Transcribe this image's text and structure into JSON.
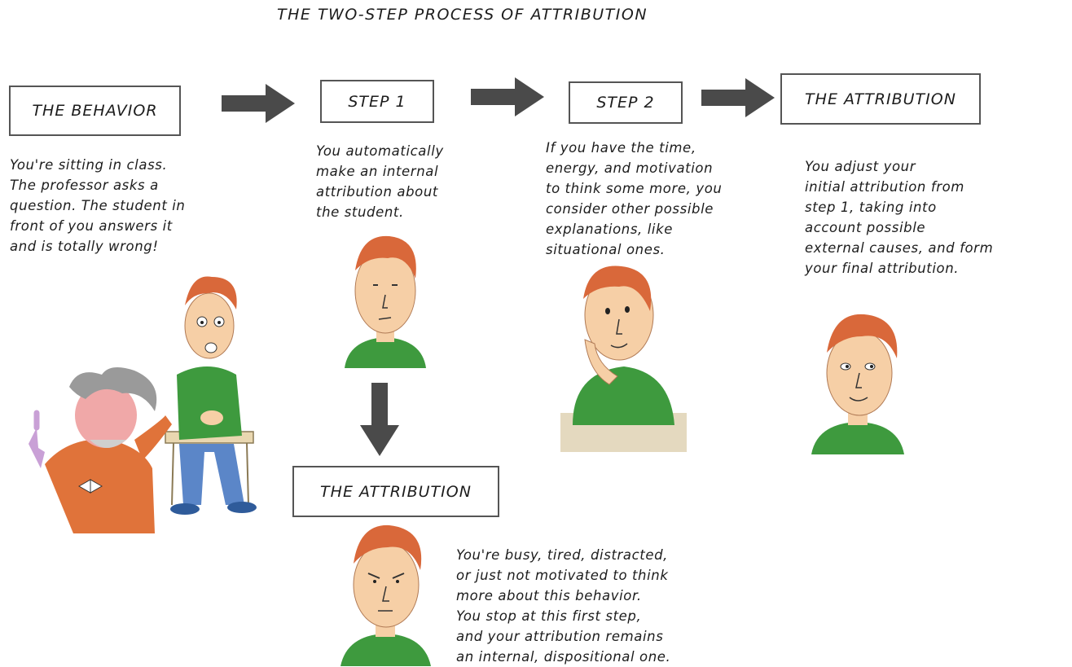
{
  "title": "THE TWO-STEP PROCESS OF ATTRIBUTION",
  "boxes": {
    "behavior": "THE BEHAVIOR",
    "step1": "STEP 1",
    "step2": "STEP 2",
    "attribution_final": "THE ATTRIBUTION",
    "attribution_stop": "THE ATTRIBUTION"
  },
  "texts": {
    "behavior": "You're sitting in class.\nThe professor asks a\nquestion. The student in\nfront of you answers it\nand is totally wrong!",
    "step1": "You automatically\nmake an internal\nattribution about\nthe student.",
    "step2": "If you have the time,\nenergy, and motivation\nto think some more, you\nconsider other possible\nexplanations, like\nsituational ones.",
    "final": "You adjust your\ninitial attribution from\nstep 1, taking into\naccount possible\nexternal causes, and form\nyour final attribution.",
    "stop": "You're busy, tired, distracted,\nor just not motivated to think\nmore about this behavior.\nYou stop at this first step,\nand your attribution remains\nan internal, dispositional one."
  },
  "colors": {
    "arrow": "#4a4a4a",
    "box_border": "#555555",
    "shirt_green": "#3e9a3e",
    "skin": "#f6cfa6",
    "hair": "#d9683a",
    "professor_jacket": "#e0733a",
    "jeans": "#5b86c8"
  },
  "icons": [
    "right-arrow",
    "down-arrow",
    "student-illustration",
    "professor-illustration"
  ]
}
